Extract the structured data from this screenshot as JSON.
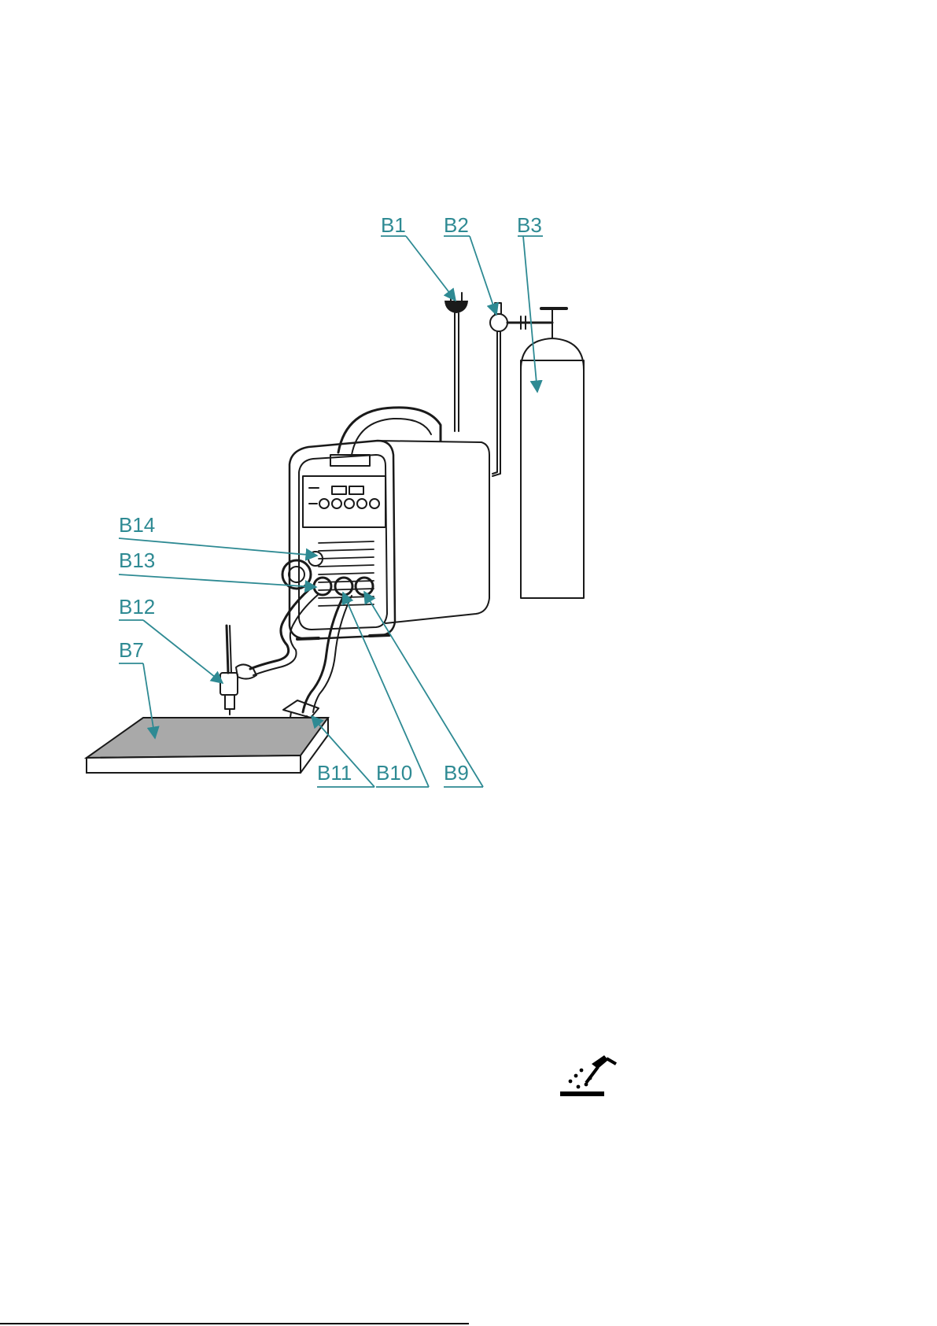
{
  "diagram": {
    "callouts": [
      {
        "id": "B1",
        "label": "B1"
      },
      {
        "id": "B2",
        "label": "B2"
      },
      {
        "id": "B3",
        "label": "B3"
      },
      {
        "id": "B14",
        "label": "B14"
      },
      {
        "id": "B13",
        "label": "B13"
      },
      {
        "id": "B12",
        "label": "B12"
      },
      {
        "id": "B7",
        "label": "B7"
      },
      {
        "id": "B11",
        "label": "B11"
      },
      {
        "id": "B10",
        "label": "B10"
      },
      {
        "id": "B9",
        "label": "B9"
      }
    ],
    "colors": {
      "callout": "#2e8a93",
      "ink": "#1a1a1a",
      "workpiece": "#a9a9a9"
    },
    "icons": [
      "welding-process-icon"
    ]
  }
}
